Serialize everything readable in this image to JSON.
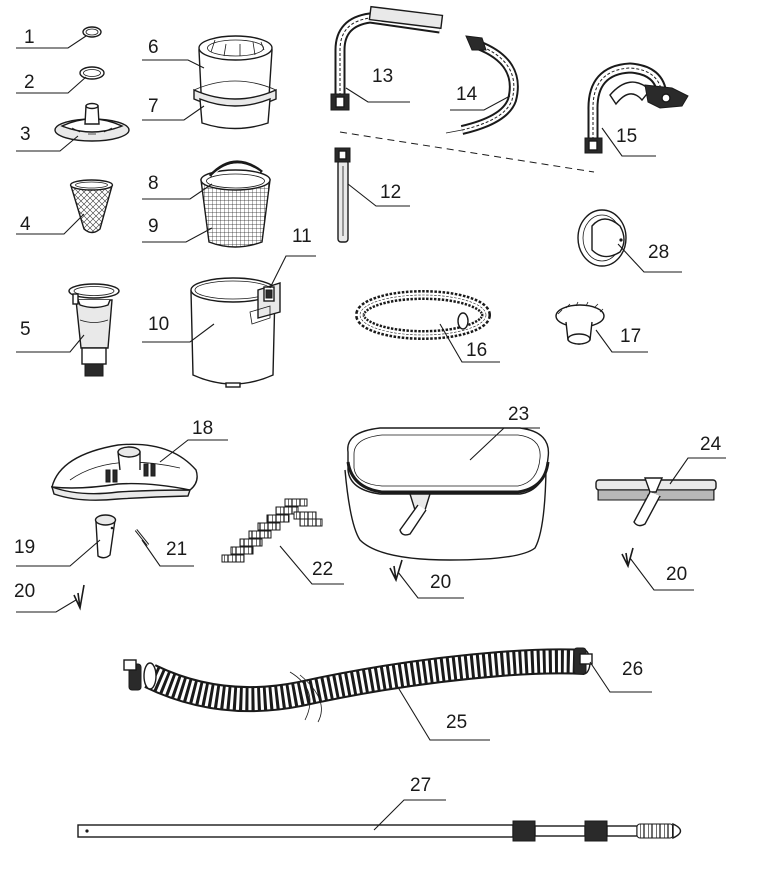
{
  "parts": [
    {
      "id": "1"
    },
    {
      "id": "2"
    },
    {
      "id": "3"
    },
    {
      "id": "4"
    },
    {
      "id": "5"
    },
    {
      "id": "6"
    },
    {
      "id": "7"
    },
    {
      "id": "8"
    },
    {
      "id": "9"
    },
    {
      "id": "10"
    },
    {
      "id": "11"
    },
    {
      "id": "12"
    },
    {
      "id": "13"
    },
    {
      "id": "14"
    },
    {
      "id": "15"
    },
    {
      "id": "16"
    },
    {
      "id": "17"
    },
    {
      "id": "18"
    },
    {
      "id": "19"
    },
    {
      "id": "20"
    },
    {
      "id": "21"
    },
    {
      "id": "22"
    },
    {
      "id": "23"
    },
    {
      "id": "24"
    },
    {
      "id": "25"
    },
    {
      "id": "26"
    },
    {
      "id": "27"
    },
    {
      "id": "28"
    }
  ],
  "callouts": [
    {
      "id": "1"
    },
    {
      "id": "2"
    },
    {
      "id": "3"
    },
    {
      "id": "4"
    },
    {
      "id": "5"
    },
    {
      "id": "6"
    },
    {
      "id": "7"
    },
    {
      "id": "8"
    },
    {
      "id": "9"
    },
    {
      "id": "10"
    },
    {
      "id": "11"
    },
    {
      "id": "12"
    },
    {
      "id": "13"
    },
    {
      "id": "14"
    },
    {
      "id": "15"
    },
    {
      "id": "16"
    },
    {
      "id": "17"
    },
    {
      "id": "18"
    },
    {
      "id": "19"
    },
    {
      "id": "20"
    },
    {
      "id": "21"
    },
    {
      "id": "22"
    },
    {
      "id": "23"
    },
    {
      "id": "24"
    },
    {
      "id": "20"
    },
    {
      "id": "20"
    },
    {
      "id": "25"
    },
    {
      "id": "26"
    },
    {
      "id": "27"
    },
    {
      "id": "28"
    }
  ]
}
